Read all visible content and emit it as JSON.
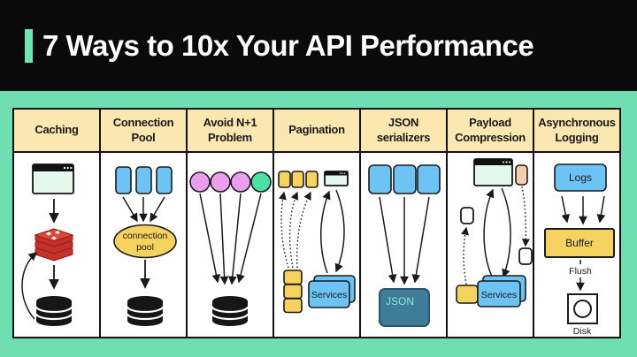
{
  "title": {
    "text": "7 Ways to 10x Your API Performance"
  },
  "colors": {
    "bg": "#6FDFB3",
    "band": "#0A0A0A",
    "accent": "#6FE6B8",
    "cell": "#FAE8B0",
    "blue": "#6CC3F4",
    "yellow": "#F6D25E",
    "purple": "#EC9DEE",
    "green": "#4BE0A6",
    "peach": "#F8CCAE",
    "mint": "#E4F8EE",
    "red": "#C6302B",
    "red_dark": "#8E2015",
    "red_light": "#DA4A3C",
    "json_bg": "#3E7C98",
    "json_border": "#27566E",
    "json_text": "#8BE8CA"
  },
  "columns": [
    {
      "id": "caching",
      "label": "Caching"
    },
    {
      "id": "connection-pool",
      "label": "Connection Pool",
      "pool_line1": "connection",
      "pool_line2": "pool"
    },
    {
      "id": "avoid-n-plus-1",
      "label": "Avoid N+1 Problem"
    },
    {
      "id": "pagination",
      "label": "Pagination",
      "services_label": "Services"
    },
    {
      "id": "json-serializers",
      "label": "JSON serializers",
      "box_label": "JSON"
    },
    {
      "id": "payload-compression",
      "label": "Payload Compression",
      "services_label": "Services"
    },
    {
      "id": "async-logging",
      "label": "Asynchronous Logging",
      "logs_label": "Logs",
      "buffer_label": "Buffer",
      "flush_label": "Flush",
      "disk_label": "Disk"
    }
  ]
}
